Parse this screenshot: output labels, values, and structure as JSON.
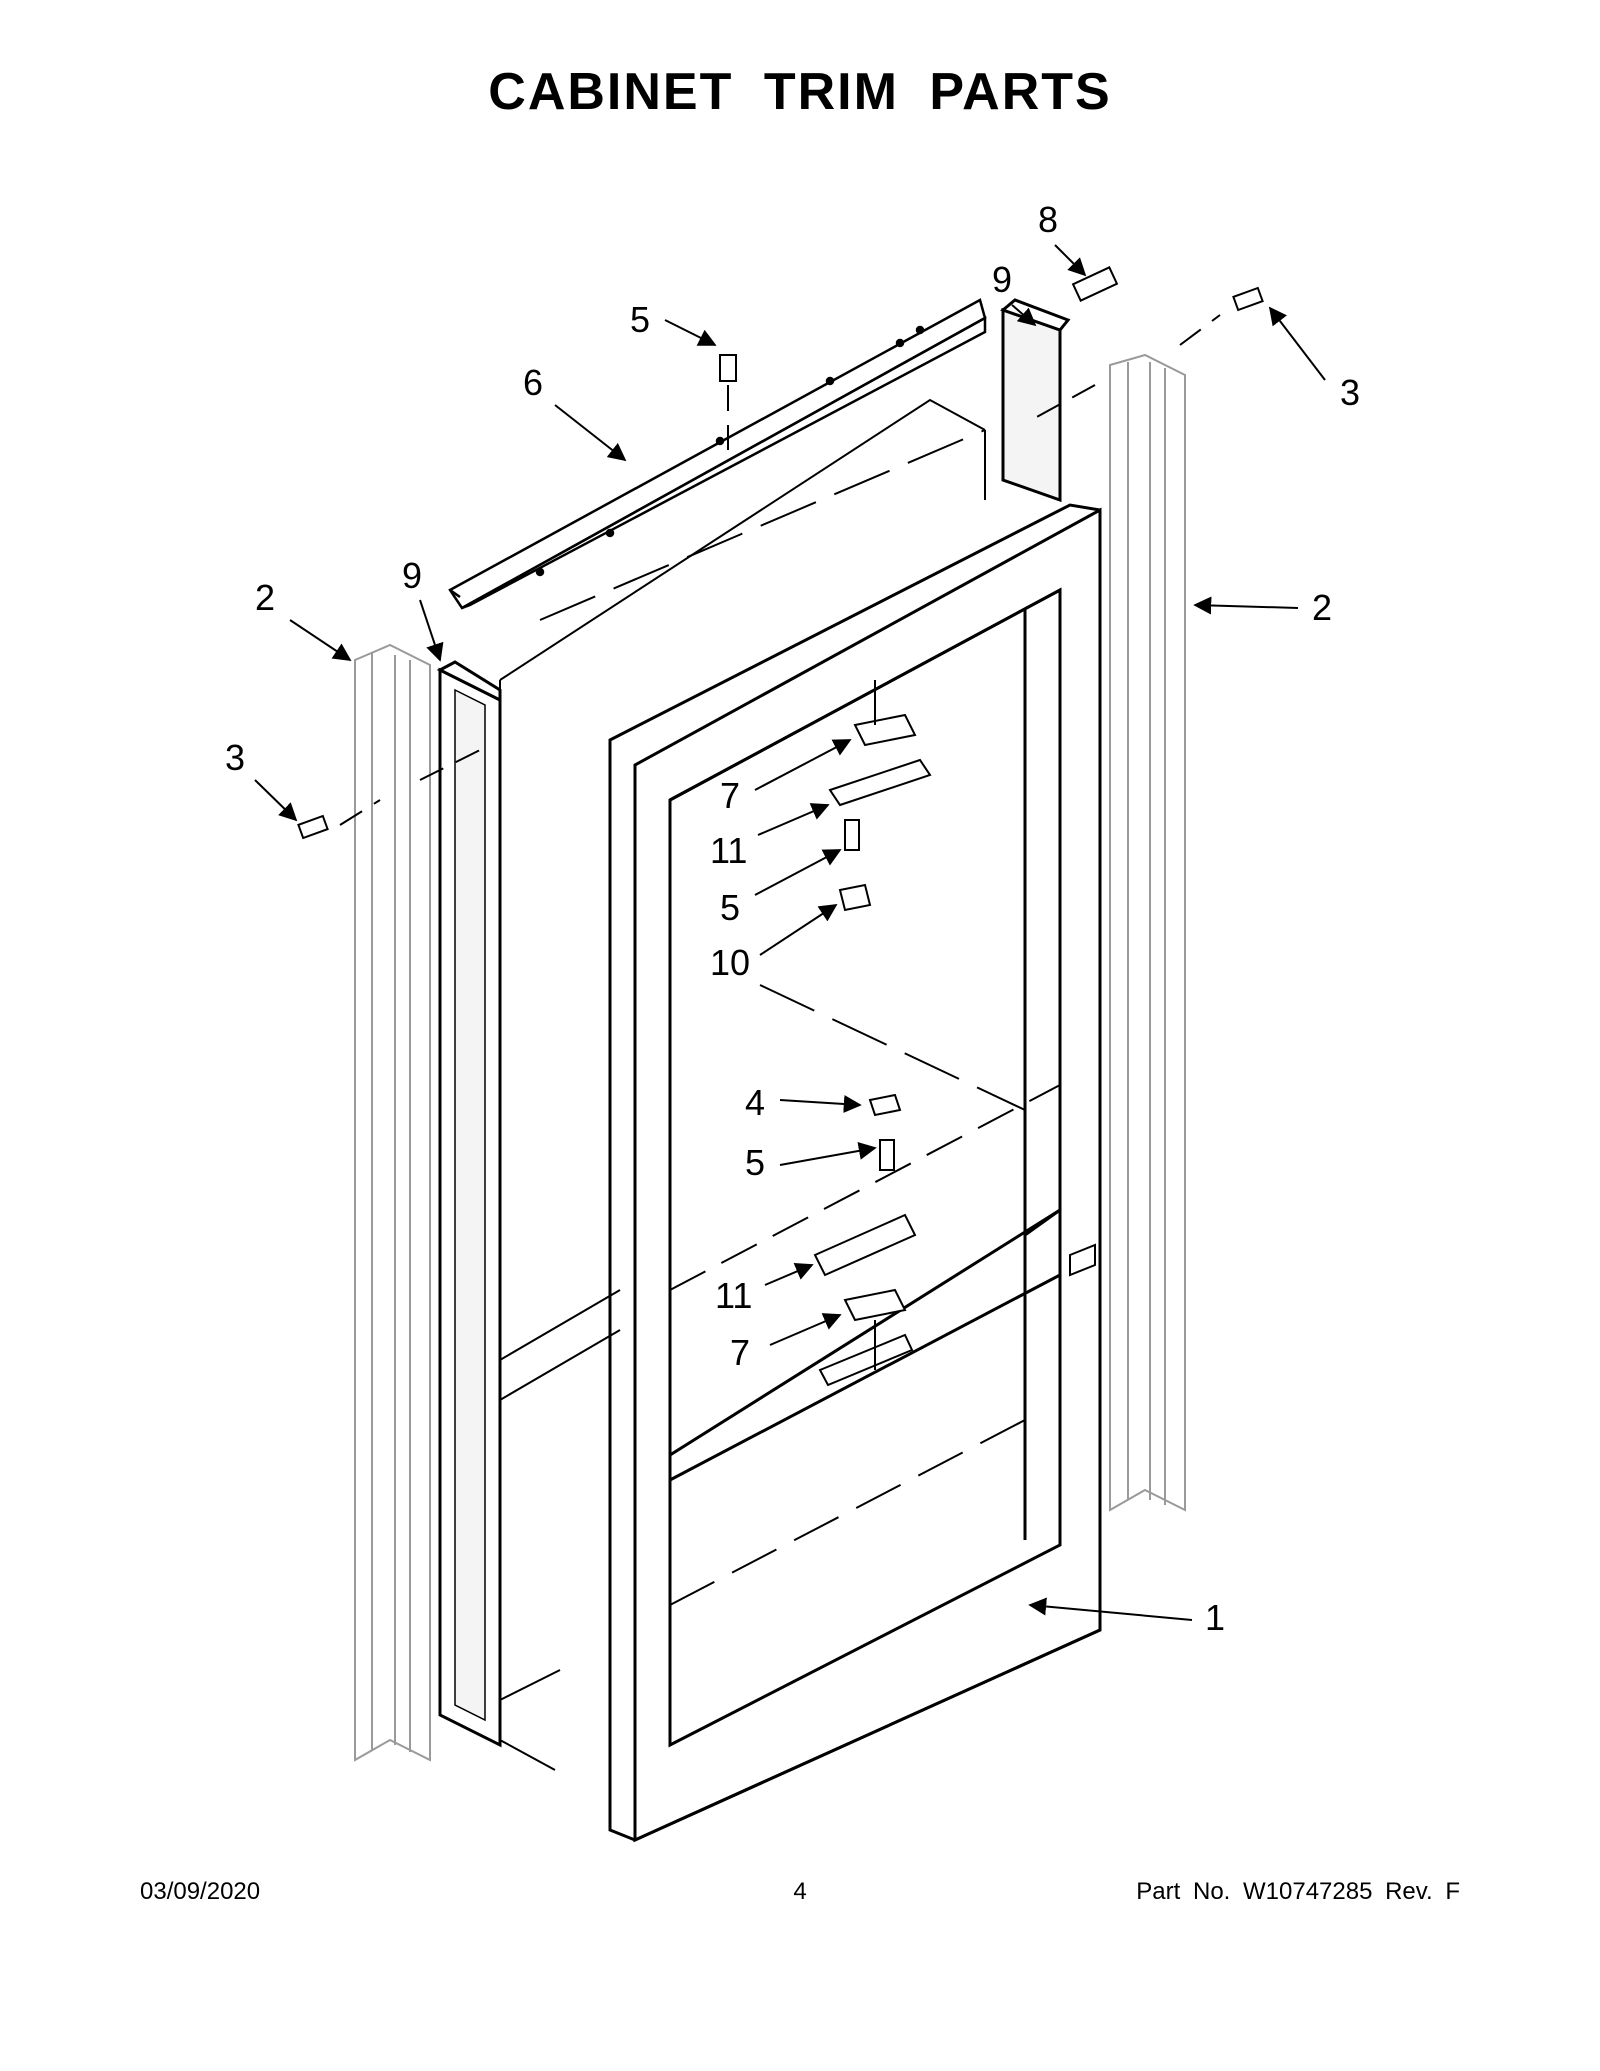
{
  "title": "CABINET TRIM PARTS",
  "footer": {
    "date": "03/09/2020",
    "page": "4",
    "part_no": "Part No.  W10747285  Rev.  F"
  },
  "callouts": [
    "8",
    "9",
    "5",
    "3",
    "6",
    "2",
    "9",
    "2",
    "3",
    "7",
    "11",
    "5",
    "10",
    "4",
    "5",
    "11",
    "7",
    "1"
  ],
  "colors": {
    "line": "#000000",
    "light_line": "#9a9a9a",
    "background": "#ffffff"
  }
}
